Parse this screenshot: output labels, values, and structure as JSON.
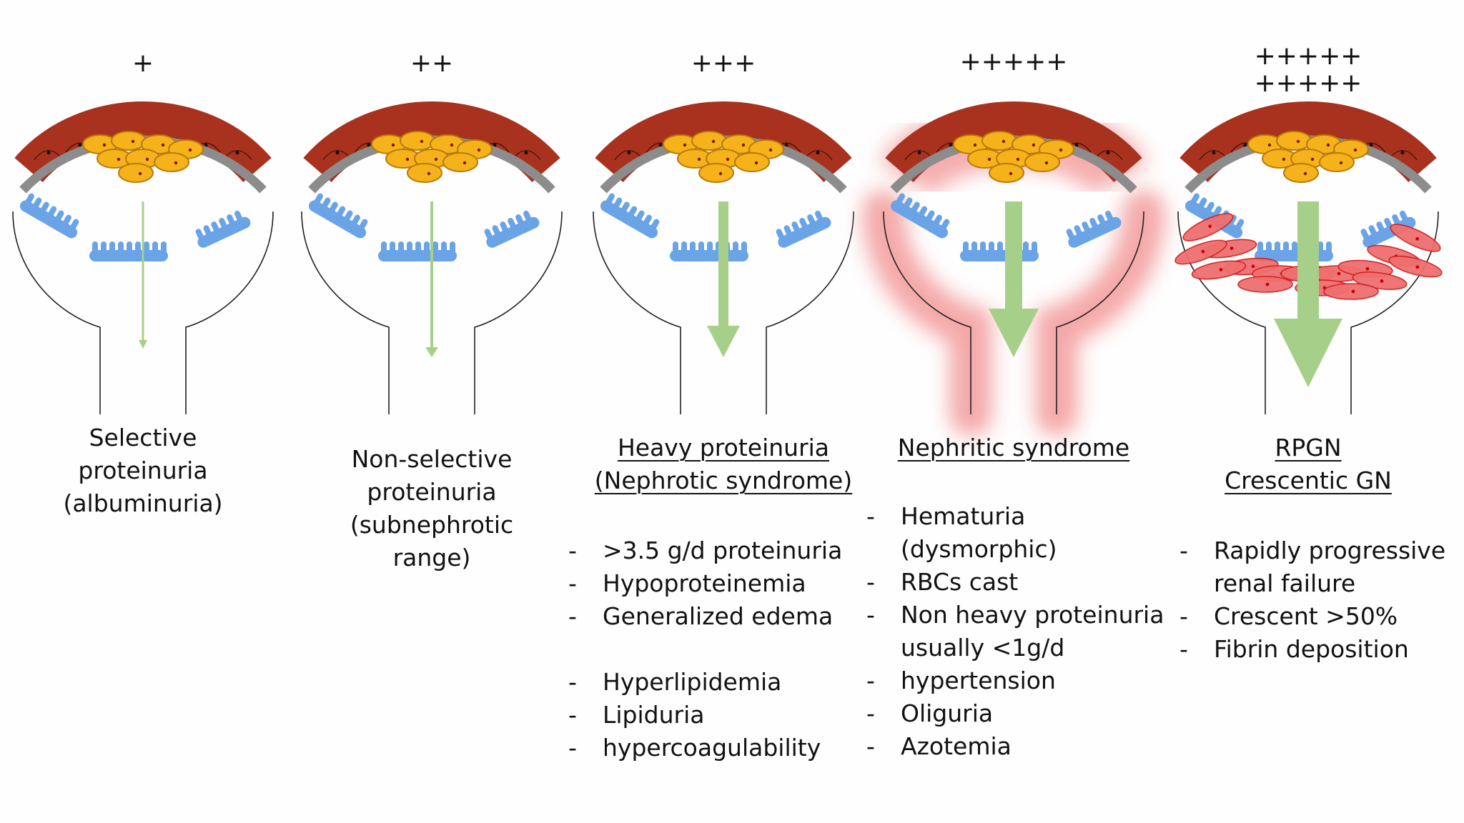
{
  "panels": [
    {
      "severity": "+",
      "title_lines": [
        "Selective",
        "proteinuria",
        "(albuminuria)"
      ],
      "underlined": false,
      "items": [],
      "leak_strength": 1,
      "inflamed": false,
      "crescent": false
    },
    {
      "severity": "++",
      "title_lines": [
        "Non-selective",
        "proteinuria",
        "(subnephrotic",
        "range)"
      ],
      "underlined": false,
      "items": [],
      "leak_strength": 2,
      "inflamed": false,
      "crescent": false
    },
    {
      "severity": "+++",
      "title_lines": [
        "Heavy proteinuria",
        "(Nephrotic syndrome)"
      ],
      "underlined": true,
      "items": [
        ">3.5 g/d proteinuria",
        "Hypoproteinemia",
        "Generalized edema",
        "",
        "Hyperlipidemia",
        "Lipiduria",
        "hypercoagulability"
      ],
      "leak_strength": 3,
      "inflamed": false,
      "crescent": false
    },
    {
      "severity": "+++++",
      "title_lines": [
        "Nephritic syndrome"
      ],
      "underlined": true,
      "items": [
        "Hematuria",
        "(dysmorphic)",
        "RBCs cast",
        "Non heavy proteinuria",
        "usually <1g/d",
        "hypertension",
        "Oliguria",
        "Azotemia"
      ],
      "item_dashes": [
        true,
        false,
        true,
        true,
        false,
        true,
        true,
        true
      ],
      "leak_strength": 4,
      "inflamed": true,
      "crescent": false
    },
    {
      "severity": "+++++\n+++++",
      "title_lines": [
        "RPGN",
        "Crescentic GN"
      ],
      "underlined": true,
      "items": [
        "Rapidly progressive",
        "renal failure",
        "Crescent >50%",
        "Fibrin deposition"
      ],
      "item_dashes": [
        true,
        false,
        true,
        true
      ],
      "leak_strength": 5,
      "inflamed": false,
      "crescent": true
    }
  ],
  "colors": {
    "rbc": "#f6b21a",
    "rbc_edge": "#b87a0a",
    "endothelium": "#a8321e",
    "basement_membrane": "#8c8c8c",
    "podocyte": "#6aa3e6",
    "leak_arrow": "#a6d08a",
    "inflammation_glow": "#f4a4a4",
    "crescent_cell": "#ef6f6f"
  }
}
